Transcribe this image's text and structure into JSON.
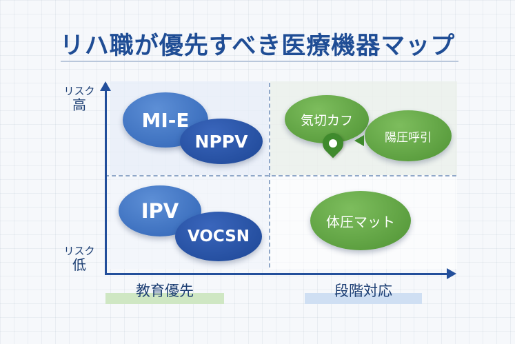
{
  "title": "リハ職が優先すべき医療機器マップ",
  "y_axis": {
    "high": {
      "small": "リスク",
      "big": "高"
    },
    "low": {
      "small": "リスク",
      "big": "低"
    }
  },
  "x_axis": {
    "left_label": "教育優先",
    "right_label": "段階対応"
  },
  "quadrants": {
    "top_left": [
      "MI-E",
      "NPPV"
    ],
    "bottom_left": [
      "IPV",
      "VOCSN"
    ],
    "top_right": [
      "気切カフ",
      "陽圧呼引"
    ],
    "bottom_right": [
      "体圧マット"
    ]
  },
  "colors": {
    "title": "#1f4d95",
    "axis": "#234f9b",
    "blue_light": "#4a7bc8",
    "blue_dark": "#1d4695",
    "green": "#5fa444",
    "green_bar": "#cfe7c3",
    "blue_bar": "#cfdff3"
  },
  "icons": {
    "pin": "location-pin-icon",
    "arrow": "arrow-left-icon"
  }
}
